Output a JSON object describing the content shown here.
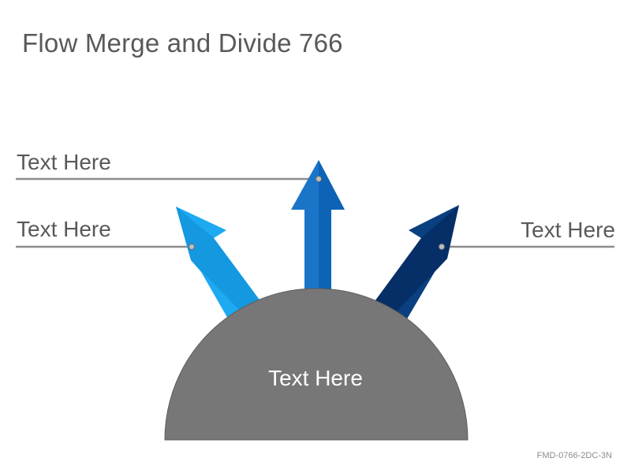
{
  "title": "Flow Merge and Divide 766",
  "labels": {
    "top": "Text Here",
    "left": "Text Here",
    "right": "Text Here",
    "base": "Text Here"
  },
  "footer": "FMD-0766-2DC-3N",
  "colors": {
    "base": "#777777",
    "arrow_left_light": "#1eaaf1",
    "arrow_left_dark": "#0f8fd6",
    "arrow_center_light": "#1a75c9",
    "arrow_center_dark": "#0a5fb0",
    "arrow_right_light": "#0a3f80",
    "arrow_right_dark": "#062a5c",
    "leader_line": "#8c8c8c",
    "text": "#595959"
  }
}
